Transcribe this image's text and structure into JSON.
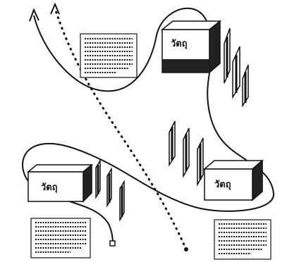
{
  "diagram": {
    "objects": [
      {
        "id": "top-right",
        "label": "วัตถุ"
      },
      {
        "id": "bottom-left",
        "label": "วัตถุ"
      },
      {
        "id": "bottom-right",
        "label": "วัตถุ"
      }
    ],
    "text_blocks": [
      {
        "id": "top-left-note"
      },
      {
        "id": "bottom-left-note"
      },
      {
        "id": "bottom-right-note"
      }
    ],
    "colors": {
      "ink": "#111111",
      "paper": "#ffffff",
      "box_shade": "#222222"
    }
  }
}
